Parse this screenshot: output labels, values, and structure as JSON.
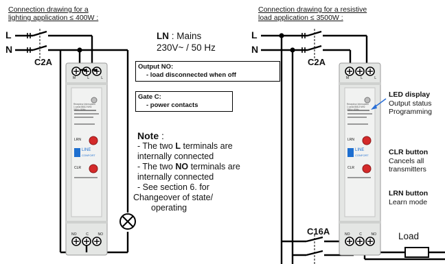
{
  "left": {
    "title_line1": "Connection drawing for a",
    "title_line2": "lighting application ≤ 400W :",
    "phase": "L",
    "neutral": "N",
    "breaker": "C2A"
  },
  "right": {
    "title_line1": "Connection drawing for a resistive",
    "title_line2": "load application ≤ 3500W :",
    "phase": "L",
    "neutral": "N",
    "breaker": "C2A",
    "breaker2": "C16A",
    "load": "Load"
  },
  "mains": {
    "bold": "LN",
    "text": " : Mains",
    "spec": "230V~ / 50 Hz"
  },
  "box1": {
    "title": "Output NO:",
    "item": "- load disconnected when off"
  },
  "box2": {
    "title": "Gate C:",
    "item": "- power contacts"
  },
  "note": {
    "heading": "Note",
    "colon": " :",
    "l1a": "- The two ",
    "l1b": "L",
    "l1c": " terminals are",
    "l2": "internally connected",
    "l3a": "- The two ",
    "l3b": "NO",
    "l3c": " terminals are",
    "l4": "internally connected",
    "l5": "- See section 6. for",
    "l6": "Changeover of state/",
    "l7": "operating"
  },
  "side_labels": {
    "led_title": "LED display",
    "led_1": "Output status",
    "led_2": "Programming",
    "clr_title": "CLR button",
    "clr_1": "Cancels all",
    "clr_2": "transmitters",
    "lrn_title": "LRN button",
    "lrn_1": "Learn mode"
  },
  "device": {
    "top_terminals": [
      "M",
      "L",
      "L"
    ],
    "bottom_terminals": [
      "NO",
      "C",
      "NO"
    ],
    "lrn": "LRN",
    "clr": "CLR",
    "brand": "LINE",
    "brand_sub": "CONFORT",
    "product": "Récepteur Interrupteur 1 canal 868,3 MHz 230V~ 50Hz"
  },
  "colors": {
    "wire": "#000000",
    "device_body": "#e4e6e4",
    "button": "#d42a2a",
    "logo": "#1e6fd0",
    "arrow": "#2a6fd6"
  }
}
